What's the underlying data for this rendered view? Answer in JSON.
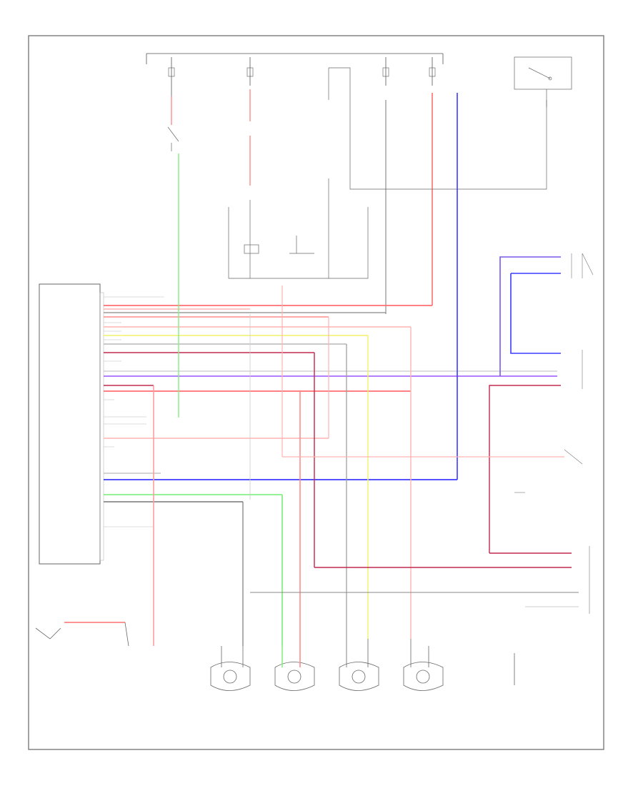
{
  "diagram": {
    "frame_label": "",
    "colors": {
      "red": "#ff6f6f",
      "pink": "#ffb3b3",
      "blue": "#3b3bff",
      "purple": "#9a55ff",
      "dark_red": "#c2284e",
      "green": "#86f086",
      "yellow": "#f2f26a",
      "gray": "#9a9a9a",
      "black": "#555555"
    },
    "components": [
      {
        "id": "ecu",
        "label": ""
      },
      {
        "id": "fuse-block-1",
        "label": ""
      },
      {
        "id": "fuse-block-2",
        "label": ""
      },
      {
        "id": "fuse-block-3",
        "label": ""
      },
      {
        "id": "fuse-block-4",
        "label": ""
      },
      {
        "id": "ignition-switch",
        "label": ""
      },
      {
        "id": "relay",
        "label": ""
      },
      {
        "id": "wheel-sensor-fl",
        "label": ""
      },
      {
        "id": "wheel-sensor-fr",
        "label": ""
      },
      {
        "id": "wheel-sensor-rl",
        "label": ""
      },
      {
        "id": "wheel-sensor-rr",
        "label": ""
      },
      {
        "id": "ground-point",
        "label": ""
      },
      {
        "id": "connector-right-1",
        "label": ""
      },
      {
        "id": "connector-right-2",
        "label": ""
      },
      {
        "id": "connector-right-3",
        "label": ""
      },
      {
        "id": "brake-switch",
        "label": ""
      }
    ]
  }
}
